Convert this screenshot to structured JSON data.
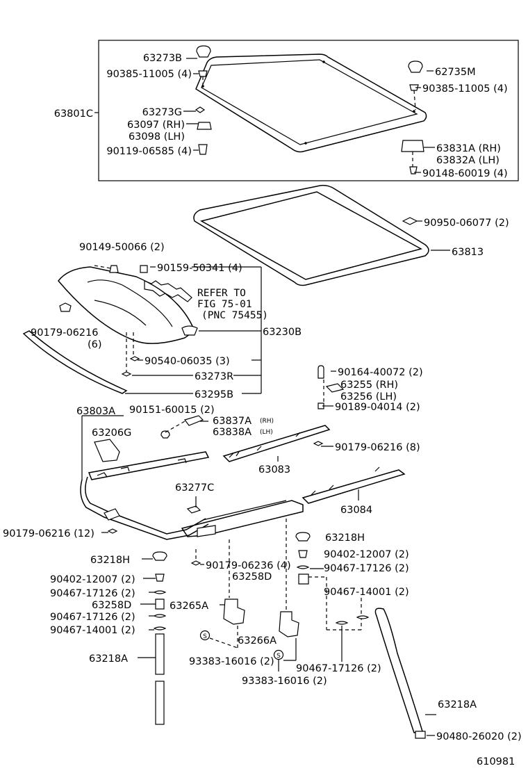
{
  "diagram_code": "610981",
  "reference_note": [
    "REFER TO",
    "FIG 75-01",
    "(PNC 75455)"
  ],
  "qty_small": {
    "rh": "(RH)",
    "lh": "(LH)"
  },
  "callouts": [
    {
      "id": "c1",
      "text": "63273B"
    },
    {
      "id": "c2",
      "text": "90385-11005 (4)"
    },
    {
      "id": "c3",
      "text": "62735M"
    },
    {
      "id": "c4",
      "text": "90385-11005 (4)"
    },
    {
      "id": "c5",
      "text": "63801C"
    },
    {
      "id": "c6",
      "text": "63273G"
    },
    {
      "id": "c7",
      "text": "63097 (RH)"
    },
    {
      "id": "c8",
      "text": "63098 (LH)"
    },
    {
      "id": "c9",
      "text": "90119-06585 (4)"
    },
    {
      "id": "c10",
      "text": "63831A (RH)"
    },
    {
      "id": "c11",
      "text": "63832A (LH)"
    },
    {
      "id": "c12",
      "text": "90148-60019 (4)"
    },
    {
      "id": "c13",
      "text": "90950-06077 (2)"
    },
    {
      "id": "c14",
      "text": "63813"
    },
    {
      "id": "c15",
      "text": "90149-50066 (2)"
    },
    {
      "id": "c16",
      "text": "90159-50341 (4)"
    },
    {
      "id": "c17",
      "text": "90179-06216"
    },
    {
      "id": "c18",
      "text": "(6)"
    },
    {
      "id": "c19",
      "text": "63230B"
    },
    {
      "id": "c20",
      "text": "90540-06035 (3)"
    },
    {
      "id": "c21",
      "text": "63273R"
    },
    {
      "id": "c22",
      "text": "63295B"
    },
    {
      "id": "c23",
      "text": "90164-40072 (2)"
    },
    {
      "id": "c24",
      "text": "63255 (RH)"
    },
    {
      "id": "c25",
      "text": "63256 (LH)"
    },
    {
      "id": "c26",
      "text": "90189-04014 (2)"
    },
    {
      "id": "c27",
      "text": "63803A"
    },
    {
      "id": "c28",
      "text": "90151-60015 (2)"
    },
    {
      "id": "c29",
      "text": "63837A"
    },
    {
      "id": "c30",
      "text": "63838A"
    },
    {
      "id": "c31",
      "text": "63206G"
    },
    {
      "id": "c32",
      "text": "90179-06216 (8)"
    },
    {
      "id": "c33",
      "text": "63083"
    },
    {
      "id": "c34",
      "text": "63277C"
    },
    {
      "id": "c35",
      "text": "63084"
    },
    {
      "id": "c36",
      "text": "90179-06216 (12)"
    },
    {
      "id": "c37",
      "text": "63218H"
    },
    {
      "id": "c38",
      "text": "63218H"
    },
    {
      "id": "c39",
      "text": "90179-06236 (4)"
    },
    {
      "id": "c40",
      "text": "90402-12007 (2)"
    },
    {
      "id": "c41",
      "text": "63258D"
    },
    {
      "id": "c42",
      "text": "90467-17126 (2)"
    },
    {
      "id": "c43",
      "text": "90402-12007 (2)"
    },
    {
      "id": "c44",
      "text": "90467-17126 (2)"
    },
    {
      "id": "c45",
      "text": "90467-14001 (2)"
    },
    {
      "id": "c46",
      "text": "63258D"
    },
    {
      "id": "c47",
      "text": "63265A"
    },
    {
      "id": "c48",
      "text": "90467-17126 (2)"
    },
    {
      "id": "c49",
      "text": "90467-14001 (2)"
    },
    {
      "id": "c50",
      "text": "63266A"
    },
    {
      "id": "c51",
      "text": "63218A"
    },
    {
      "id": "c52",
      "text": "93383-16016 (2)"
    },
    {
      "id": "c53",
      "text": "90467-17126 (2)"
    },
    {
      "id": "c54",
      "text": "93383-16016 (2)"
    },
    {
      "id": "c55",
      "text": "63218A"
    },
    {
      "id": "c56",
      "text": "90480-26020 (2)"
    }
  ]
}
